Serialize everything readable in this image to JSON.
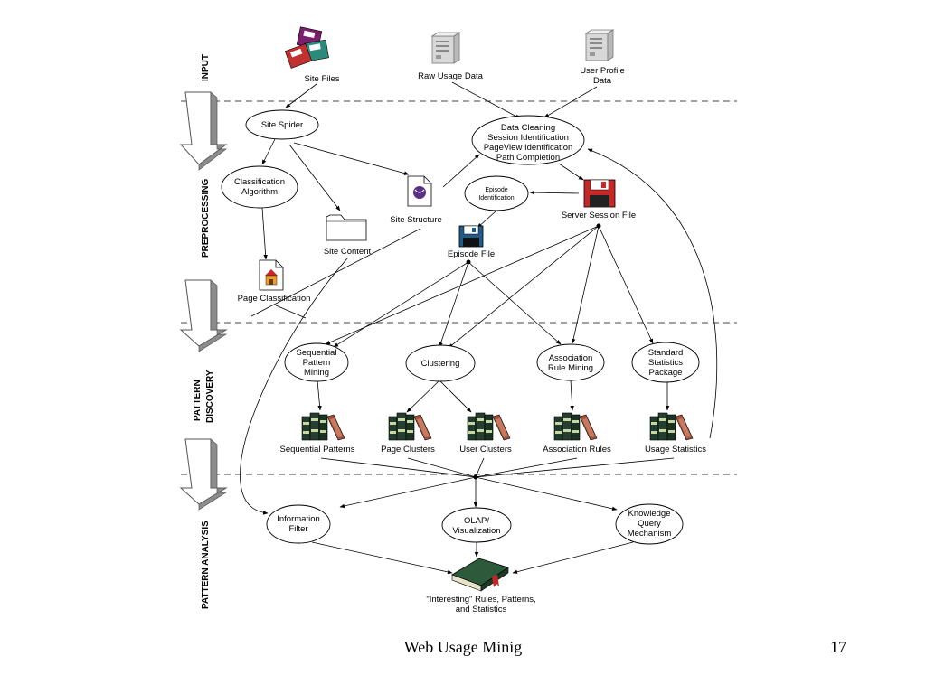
{
  "stages": {
    "input": "INPUT",
    "preprocessing": "PREPROCESSING",
    "pattern_discovery_1": "PATTERN",
    "pattern_discovery_2": "DISCOVERY",
    "pattern_analysis": "PATTERN ANALYSIS"
  },
  "nodes": {
    "site_files": "Site Files",
    "raw_usage_data": "Raw Usage Data",
    "user_profile_1": "User Profile",
    "user_profile_2": "Data",
    "site_spider": "Site Spider",
    "data_cleaning_1": "Data Cleaning",
    "data_cleaning_2": "Session Identification",
    "data_cleaning_3": "PageView Identification",
    "data_cleaning_4": "Path Completion",
    "classification_1": "Classification",
    "classification_2": "Algorithm",
    "site_structure": "Site Structure",
    "episode_id_1": "Episode",
    "episode_id_2": "Identification",
    "server_session_file": "Server Session File",
    "site_content": "Site Content",
    "episode_file": "Episode File",
    "page_classification": "Page Classification",
    "seq_mining_1": "Sequential",
    "seq_mining_2": "Pattern",
    "seq_mining_3": "Mining",
    "clustering": "Clustering",
    "assoc_mining_1": "Association",
    "assoc_mining_2": "Rule Mining",
    "stats_pkg_1": "Standard",
    "stats_pkg_2": "Statistics",
    "stats_pkg_3": "Package",
    "sequential_patterns": "Sequential Patterns",
    "page_clusters": "Page Clusters",
    "user_clusters": "User Clusters",
    "association_rules": "Association Rules",
    "usage_statistics": "Usage Statistics",
    "info_filter_1": "Information",
    "info_filter_2": "Filter",
    "olap_1": "OLAP/",
    "olap_2": "Visualization",
    "kqm_1": "Knowledge",
    "kqm_2": "Query",
    "kqm_3": "Mechanism",
    "interesting_1": "\"Interesting\" Rules, Patterns,",
    "interesting_2": "and Statistics"
  },
  "footer": {
    "title": "Web Usage Minig",
    "page": "17"
  }
}
